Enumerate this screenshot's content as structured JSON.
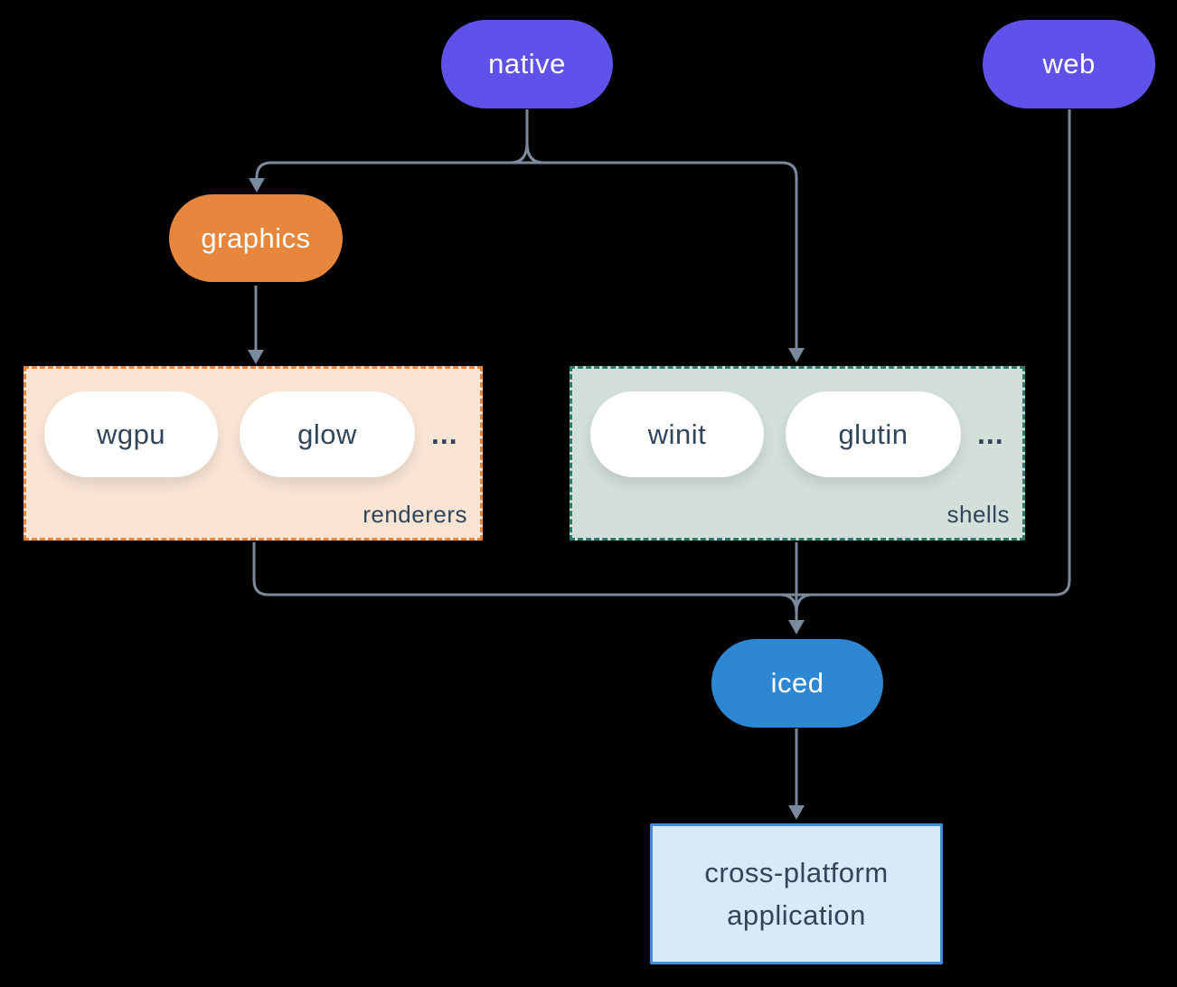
{
  "nodes": {
    "native": {
      "label": "native",
      "color": "#5E52EA"
    },
    "web": {
      "label": "web",
      "color": "#5E52EA"
    },
    "graphics": {
      "label": "graphics",
      "color": "#E6873D"
    },
    "iced": {
      "label": "iced",
      "color": "#2D87D3"
    },
    "app": {
      "line1": "cross-platform",
      "line2": "application",
      "fill": "#D8E9F9",
      "border": "#3E90DC"
    }
  },
  "groups": {
    "renderers": {
      "label": "renderers",
      "pills": [
        "wgpu",
        "glow"
      ],
      "more": "...",
      "fill": "#FAE5D5",
      "border": "#E8863B"
    },
    "shells": {
      "label": "shells",
      "pills": [
        "winit",
        "glutin"
      ],
      "more": "...",
      "fill": "#D2E0D9",
      "border": "#2B7A6B"
    }
  },
  "colors": {
    "background": "#000000",
    "connector": "#7A8A9C",
    "dark_text": "#31455A",
    "node_text": "#FFFFFF",
    "white_pill": "#FFFFFF"
  }
}
